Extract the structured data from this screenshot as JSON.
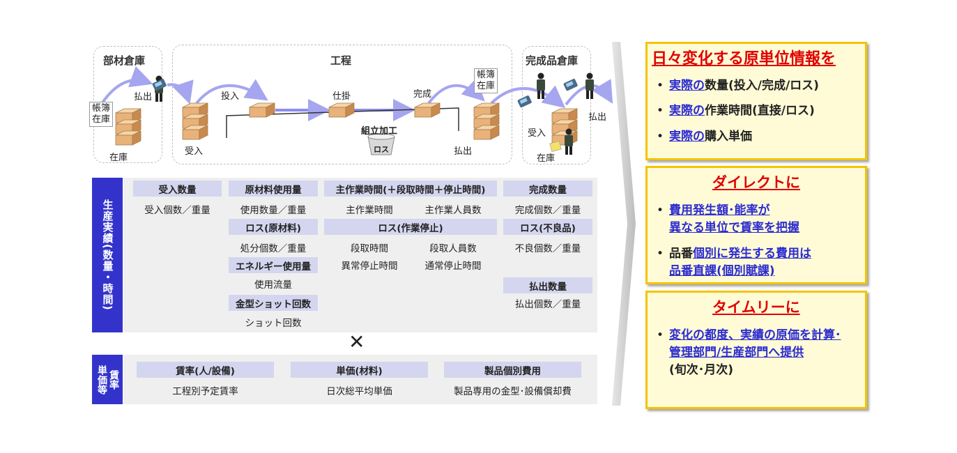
{
  "flow": {
    "warehouse_parts": {
      "title": "部材倉庫",
      "labels": {
        "payout": "払出",
        "ledger": "帳簿\n在庫",
        "stock": "在庫"
      }
    },
    "process": {
      "title": "工程",
      "labels": {
        "receive": "受入",
        "input": "投入",
        "wip": "仕掛",
        "complete": "完成",
        "assembly": "組立加工",
        "loss": "ロス",
        "payout": "払出"
      }
    },
    "warehouse_products": {
      "title": "完成品倉庫",
      "labels": {
        "ledger": "帳簿\n在庫",
        "receive": "受入",
        "stock": "在庫",
        "payout": "払出"
      }
    }
  },
  "results": {
    "side_label": "生産実績(数量・時間)",
    "col1": {
      "h1": "受入数量",
      "v1": "受入個数／重量"
    },
    "col2": {
      "h1": "原材料使用量",
      "v1": "使用数量／重量",
      "h2": "ロス(原材料)",
      "v2": "処分個数／重量",
      "h3": "エネルギー使用量",
      "v3": "使用流量",
      "h4": "金型ショット回数",
      "v4": "ショット回数"
    },
    "col3": {
      "h1": "主作業時間(＋段取時間＋停止時間)",
      "v1a": "主作業時間",
      "v1b": "主作業人員数",
      "h2": "ロス(作業停止)",
      "v2a": "段取時間",
      "v2b": "段取人員数",
      "v2c": "異常停止時間",
      "v2d": "通常停止時間"
    },
    "col4": {
      "h1": "完成数量",
      "v1": "完成個数／重量",
      "h2": "ロス(不良品)",
      "v2": "不良個数／重量",
      "h3": "払出数量",
      "v3": "払出個数／重量"
    }
  },
  "multiply_symbol": "✕",
  "rates": {
    "side_label_a": "単価等",
    "side_label_b": "賃率",
    "c1": {
      "h": "賃率(人/設備)",
      "v": "工程別予定賃率"
    },
    "c2": {
      "h": "単価(材料)",
      "v": "日次総平均単価"
    },
    "c3": {
      "h": "製品個別費用",
      "v": "製品専用の金型･設備償却費"
    }
  },
  "right": {
    "box1": {
      "title": "日々変化する原単位情報を",
      "b1_hl": "実際の",
      "b1_rest": "数量(投入/完成/ロス)",
      "b2_hl": "実際の",
      "b2_rest": "作業時間(直接/ロス)",
      "b3_hl": "実際の",
      "b3_rest": "購入単価"
    },
    "box2": {
      "title": "ダイレクトに",
      "b1_l1": "費用発生額･能率が",
      "b1_l2": "異なる単位で賃率を把握",
      "b2_pre": "品番",
      "b2_hl": "個別に発生する費用は",
      "b2_l2": "品番直課(個別賦課)"
    },
    "box3": {
      "title": "タイムリーに",
      "b1_l1": "変化の都度、実績の原価を計算･",
      "b1_l2": "管理部門/生産部門へ提供",
      "b1_l3": "(旬次･月次)"
    }
  },
  "colors": {
    "accent_blue": "#3333cc",
    "header_fill": "#d4d6ef",
    "title_red": "#e00000",
    "box_border": "#f4c400",
    "box_fill": "#fffbd6",
    "arrow": "#a5a5f0"
  }
}
